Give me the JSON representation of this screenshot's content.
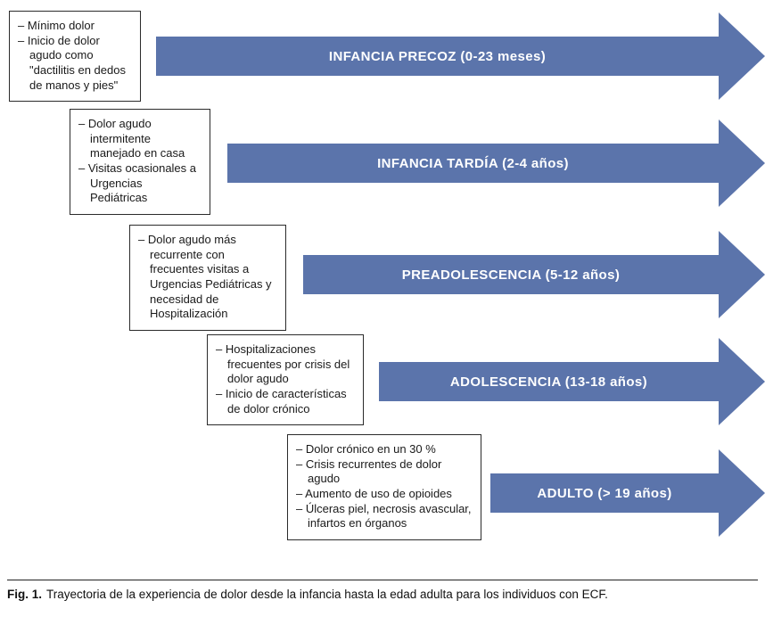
{
  "colors": {
    "arrow": "#5b74ab",
    "box_border": "#2b2b2b",
    "label_text": "#ffffff"
  },
  "figure": {
    "caption_label": "Fig. 1.",
    "caption_text": "Trayectoria de la experiencia de dolor desde la infancia hasta la edad adulta para los individuos con ECF."
  },
  "stages": [
    {
      "label": "INFANCIA PRECOZ (0-23 meses)",
      "notes": [
        "– Mínimo dolor",
        "– Inicio de dolor agudo como \"dactilitis en dedos de manos y pies\""
      ]
    },
    {
      "label": "INFANCIA TARDÍA (2-4 años)",
      "notes": [
        "– Dolor agudo intermitente manejado en casa",
        "– Visitas ocasionales a Urgencias Pediátricas"
      ]
    },
    {
      "label": "PREADOLESCENCIA (5-12 años)",
      "notes": [
        "– Dolor agudo más recurrente con frecuentes visitas a Urgencias Pediátricas y necesidad de Hospitalización"
      ]
    },
    {
      "label": "ADOLESCENCIA (13-18 años)",
      "notes": [
        "– Hospitalizaciones frecuentes por crisis del dolor agudo",
        "– Inicio de características de dolor crónico"
      ]
    },
    {
      "label": "ADULTO (> 19 años)",
      "notes": [
        "– Dolor crónico en un 30 %",
        "– Crisis recurrentes de dolor agudo",
        "– Aumento de uso de opioides",
        "– Úlceras piel, necrosis avascular, infartos en órganos"
      ]
    }
  ]
}
